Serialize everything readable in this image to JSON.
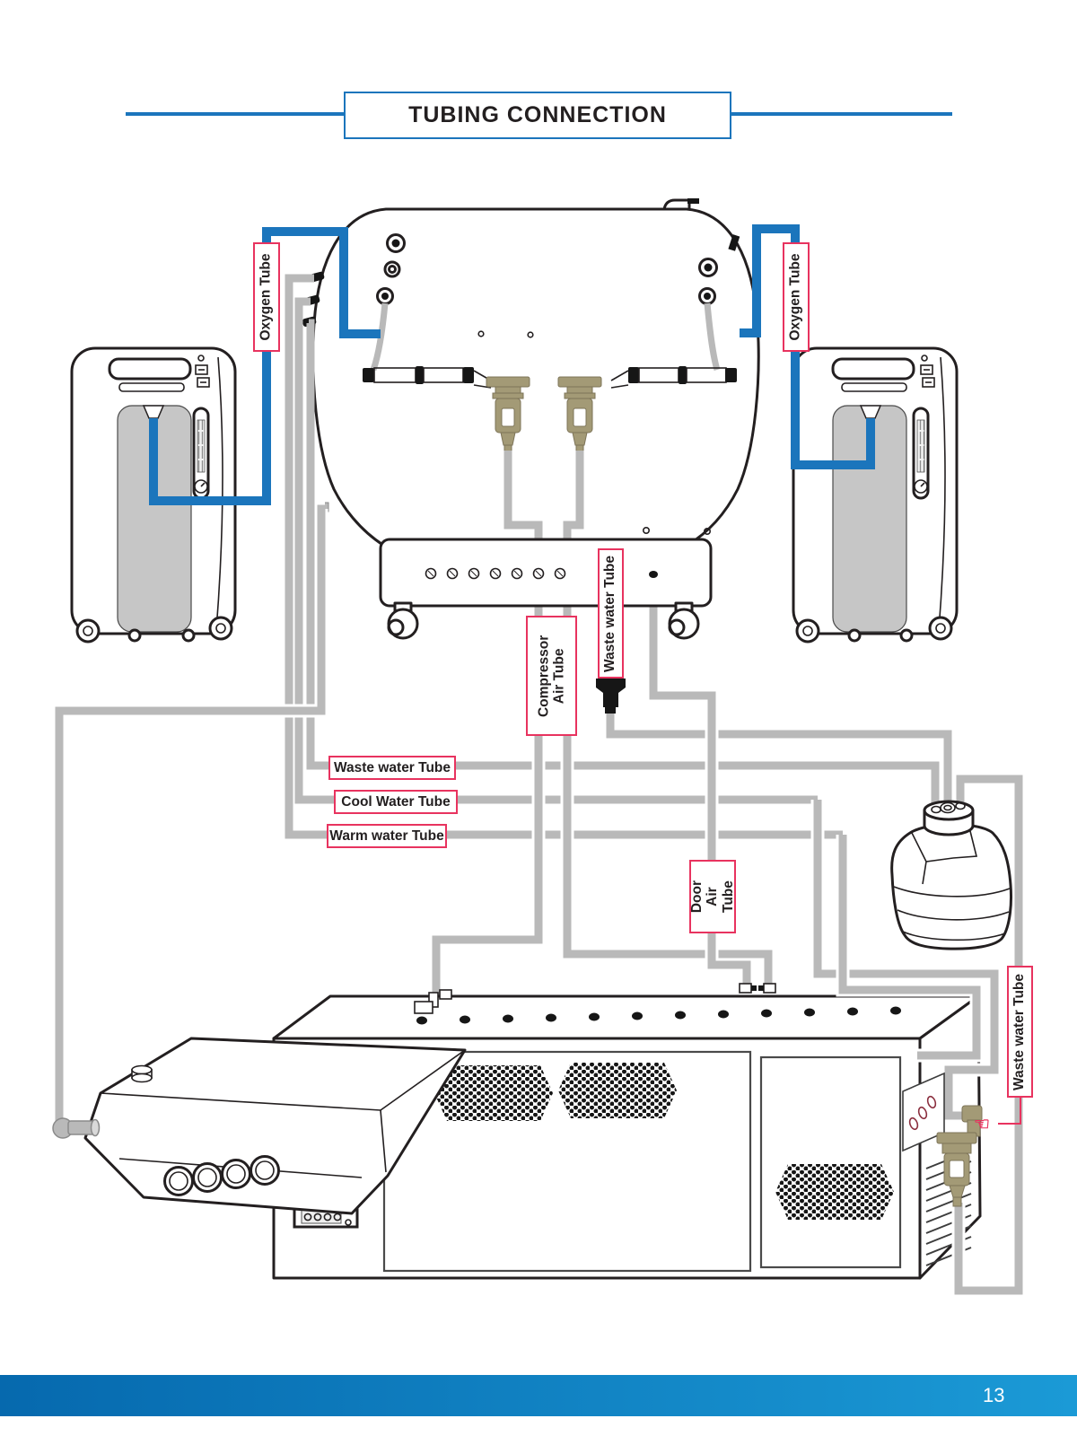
{
  "title": "TUBING CONNECTION",
  "page_number": "13",
  "labels": {
    "oxygen_left": "Oxygen Tube",
    "oxygen_right": "Oxygen Tube",
    "waste_water_middle": "Waste water Tube",
    "compressor_air": "Compressor Air Tube",
    "waste_water_left": "Waste water Tube",
    "cool_water": "Cool Water Tube",
    "warm_water": "Warm water Tube",
    "door_air": "Door Air Tube",
    "waste_water_right": "Waste water Tube"
  },
  "icons": {
    "pointer_hand": "☜"
  },
  "colors": {
    "oxygen_tube": "#1b75bc",
    "accent_blue": "#1b75bc",
    "label_border": "#e8335f",
    "tube_gray": "#b9b9b9",
    "tan_fitting": "#a39a76",
    "line_black": "#231f20",
    "footer_gradient_left": "#0669ae",
    "footer_gradient_right": "#1b9ad6"
  }
}
